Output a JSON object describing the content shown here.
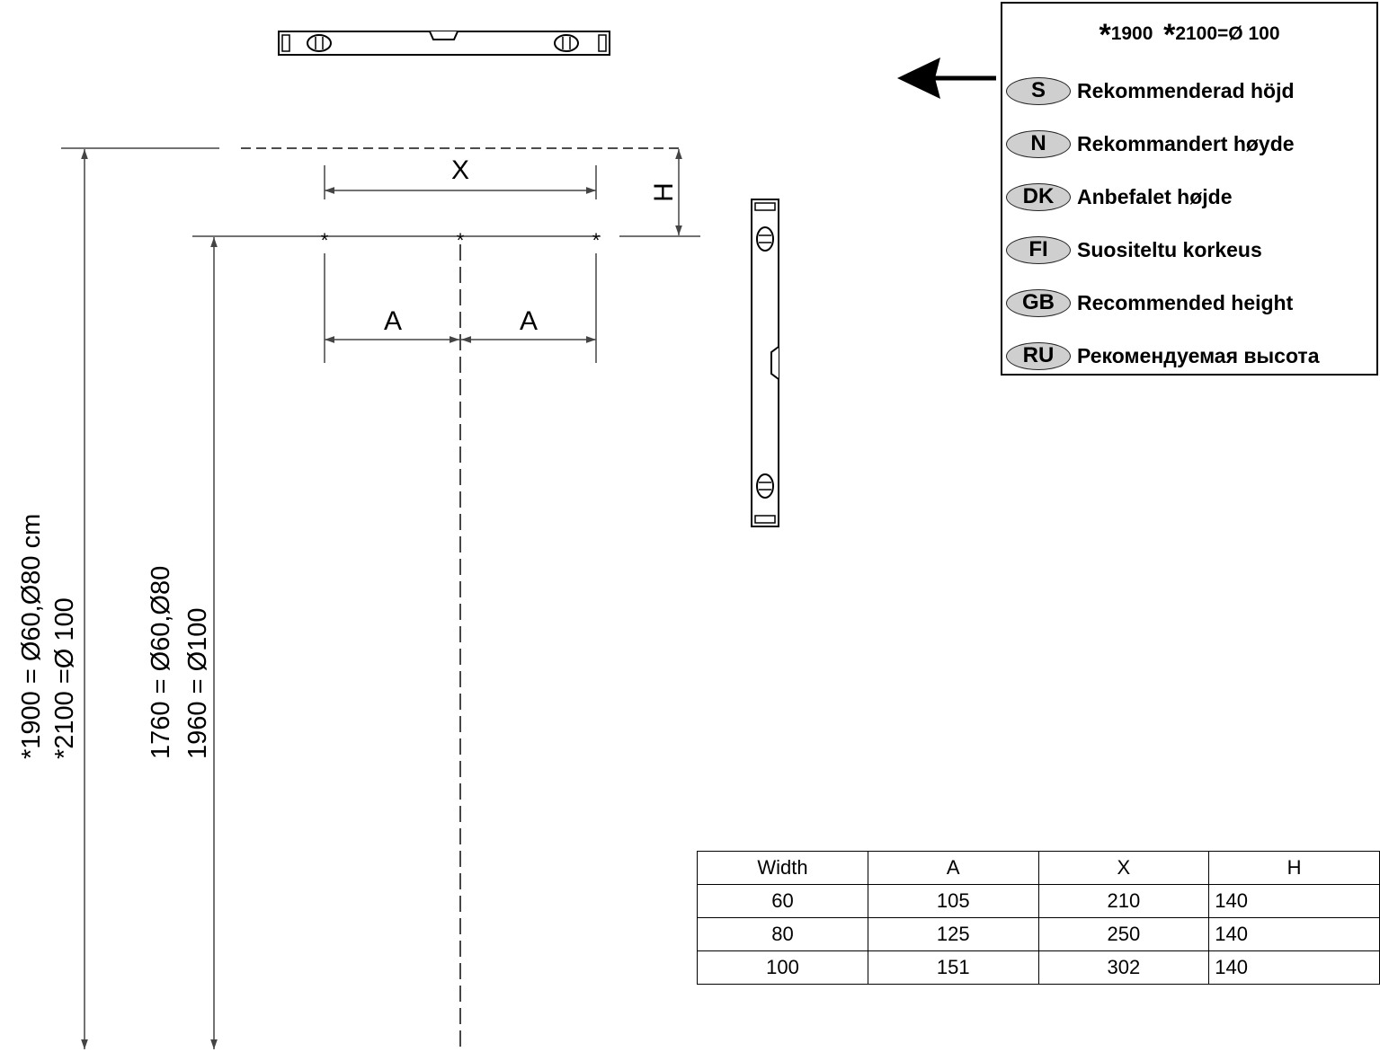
{
  "labels": {
    "x": "X",
    "h": "H",
    "a_left": "A",
    "a_right": "A",
    "outer_line1": "*1900 = Ø60,Ø80 cm",
    "outer_line2": "*2100 =Ø 100",
    "inner_line1": "1760 = Ø60,Ø80",
    "inner_line2": "1960 = Ø100"
  },
  "legend": {
    "header_a": "1900",
    "header_b": "2100=Ø 100",
    "header_star": "*",
    "items": [
      {
        "code": "S",
        "text": "Rekommenderad höjd"
      },
      {
        "code": "N",
        "text": "Rekommandert høyde"
      },
      {
        "code": "DK",
        "text": "Anbefalet højde"
      },
      {
        "code": "FI",
        "text": "Suositeltu korkeus"
      },
      {
        "code": "GB",
        "text": "Recommended height"
      },
      {
        "code": "RU",
        "text": "Рекомендуемая высота"
      }
    ]
  },
  "table": {
    "headers": [
      "Width",
      "A",
      "X",
      "H"
    ],
    "rows": [
      [
        "60",
        "105",
        "210",
        "140"
      ],
      [
        "80",
        "125",
        "250",
        "140"
      ],
      [
        "100",
        "151",
        "302",
        "140"
      ]
    ]
  },
  "colors": {
    "line": "#000000",
    "dim_line": "#444444",
    "badge_fill": "#cfcfcf"
  }
}
